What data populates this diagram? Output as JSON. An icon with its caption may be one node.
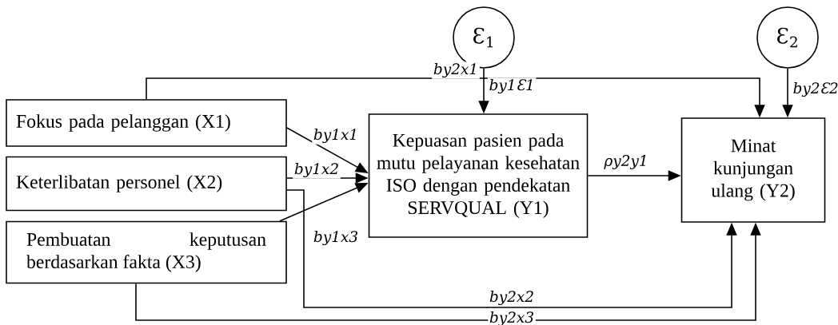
{
  "diagram": {
    "nodes": [
      {
        "text": [
          "Fokus pada pelanggan (X1)"
        ]
      },
      {
        "text": [
          "Keterlibatan personel (X2)"
        ]
      },
      {
        "text": [
          "Pembuatan keputusan berdasarkan fakta (X3)"
        ]
      },
      {
        "text": [
          "Kepuasan pasien pada mutu pelayanan kesehatan ISO dengan pendekatan SERVQUAL (Y1)"
        ]
      },
      {
        "text": [
          "Minat kunjungan ulang (Y2)"
        ]
      },
      {
        "text": [
          "Ɛ$_{1}$"
        ]
      },
      {
        "text": [
          "Ɛ$_{2}$"
        ]
      }
    ],
    "edges": [
      {
        "from": 5,
        "to": 3,
        "arrow": "to",
        "label": "by1Ɛ1"
      },
      {
        "from": 6,
        "to": 4,
        "arrow": "to",
        "label": "by2Ɛ2"
      },
      {
        "from": 0,
        "to": 4,
        "arrow": "to",
        "label": "by2x1"
      },
      {
        "from": 0,
        "to": 3,
        "arrow": "to",
        "label": "by1x1"
      },
      {
        "from": 1,
        "to": 3,
        "arrow": "to",
        "label": "by1x2"
      },
      {
        "from": 2,
        "to": 3,
        "arrow": "to",
        "label": "by1x3"
      },
      {
        "from": 3,
        "to": 4,
        "arrow": "to",
        "label": "ρy2y1"
      },
      {
        "from": 1,
        "to": 4,
        "arrow": "to",
        "label": "by2x2"
      },
      {
        "from": 2,
        "to": 4,
        "arrow": "to",
        "label": "by2x3"
      }
    ]
  }
}
